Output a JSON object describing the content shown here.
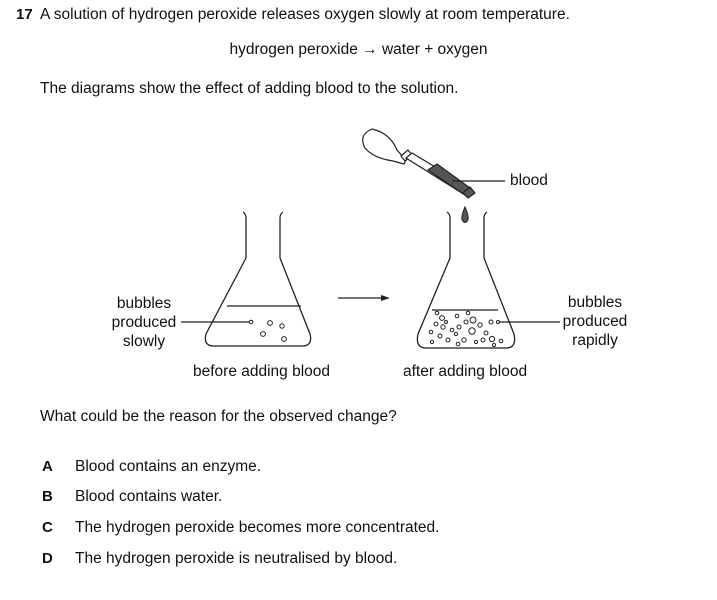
{
  "question": {
    "number": "17",
    "stem": "A solution of hydrogen peroxide releases oxygen slowly at room temperature.",
    "equation": "hydrogen peroxide → water + oxygen",
    "intro": "The diagrams show the effect of adding blood to the solution.",
    "prompt": "What could be the reason for the observed change?"
  },
  "diagram": {
    "label_blood": "blood",
    "label_slow_lines": [
      "bubbles",
      "produced",
      "slowly"
    ],
    "label_rapid_lines": [
      "bubbles",
      "produced",
      "rapidly"
    ],
    "caption_before": "before adding blood",
    "caption_after": "after adding blood"
  },
  "options": [
    {
      "letter": "A",
      "text": "Blood contains an enzyme."
    },
    {
      "letter": "B",
      "text": "Blood contains water."
    },
    {
      "letter": "C",
      "text": "The hydrogen peroxide becomes more concentrated."
    },
    {
      "letter": "D",
      "text": "The hydrogen peroxide is neutralised by blood."
    }
  ]
}
